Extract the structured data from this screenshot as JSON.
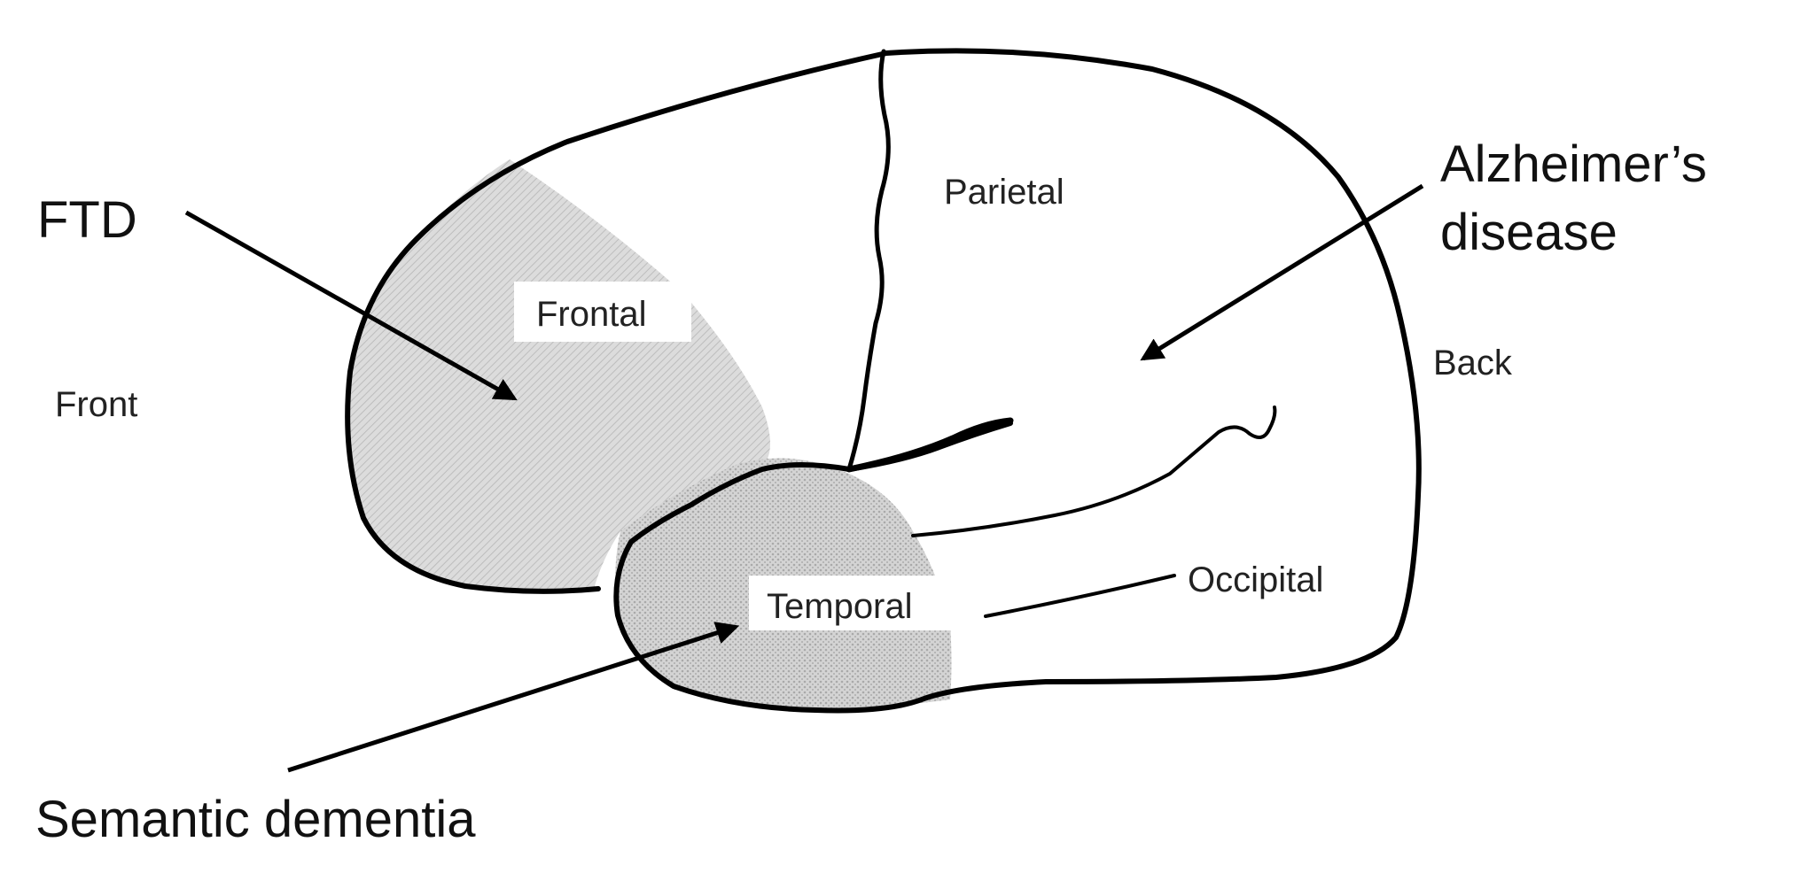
{
  "labels": {
    "ftd": "FTD",
    "alzheimers_line1": "Alzheimer’s",
    "alzheimers_line2": "disease",
    "semantic_dementia": "Semantic dementia",
    "front": "Front",
    "back": "Back",
    "frontal": "Frontal",
    "parietal": "Parietal",
    "temporal": "Temporal",
    "occipital": "Occipital"
  },
  "colors": {
    "outline": "#000000",
    "frontal_shading": "#d9d9d9",
    "temporal_shading": "#cfcfcf",
    "label_background": "#ffffff"
  }
}
